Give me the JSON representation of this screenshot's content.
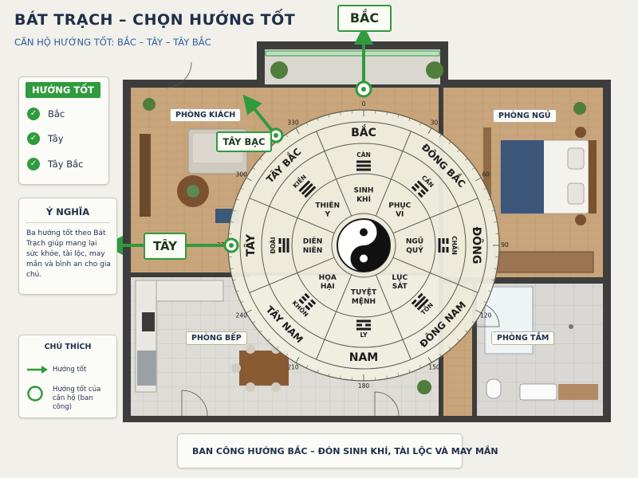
{
  "header": {
    "title": "BÁT TRẠCH – CHỌN HƯỚNG TỐT",
    "subtitle": "CĂN HỘ HƯỚNG TỐT: BẮC – TÂY – TÂY BẮC"
  },
  "good_directions": {
    "title": "HƯỚNG TỐT",
    "items": [
      "Bắc",
      "Tây",
      "Tây Bắc"
    ]
  },
  "meaning": {
    "title": "Ý NGHĨA",
    "text": "Ba hướng tốt theo Bát Trạch giúp mang lại sức khỏe, tài lộc, may mắn và bình an cho gia chủ."
  },
  "legend": {
    "title": "CHÚ THÍCH",
    "arrow_label": "Hướng tốt",
    "circle_label": "Hướng tốt của căn hộ (ban công)"
  },
  "callouts": {
    "north": "BẮC",
    "northwest": "TÂY BẠC",
    "west": "TÂY"
  },
  "rooms": {
    "living": "PHÒNG KIÁCH",
    "bedroom": "PHÒNG NGỦ",
    "kitchen": "PHÒNG BẾP",
    "bathroom": "PHÒNG TẮM"
  },
  "compass": {
    "degrees": [
      "0",
      "30",
      "60",
      "90",
      "120",
      "150",
      "180",
      "210",
      "240",
      "270",
      "300",
      "330"
    ],
    "directions": [
      "BẮC",
      "ĐÔNG BẮC",
      "ĐÔNG",
      "ĐÔNG NAM",
      "NAM",
      "TÂY NAM",
      "TÂY",
      "TÂY BẮC"
    ],
    "trigrams": [
      "CÀN",
      "CẤN",
      "CHẤN",
      "TỐN",
      "LY",
      "KHÔN",
      "ĐOÀI",
      "KIỀN"
    ],
    "stars": [
      "SINH KHÍ",
      "PHỤC VI",
      "NGŨ QUỶ",
      "LỤC SÁT",
      "TUYỆT MỆNH",
      "HỌA HẠI",
      "DIÊN NIÊN",
      "THIÊN Y"
    ]
  },
  "banner": {
    "text": "BAN CÔNG HƯỚNG BẮC – ĐÓN SINH KHÍ, TÀI LỘC VÀ MAY MẮN"
  },
  "colors": {
    "accent_green": "#2f9b3d",
    "navy": "#1e2f4a",
    "compass_fill": "#eeeede",
    "wall": "#3c3c3c",
    "floor_wood": "#c9a57b",
    "floor_tile": "#d6d6d4"
  }
}
